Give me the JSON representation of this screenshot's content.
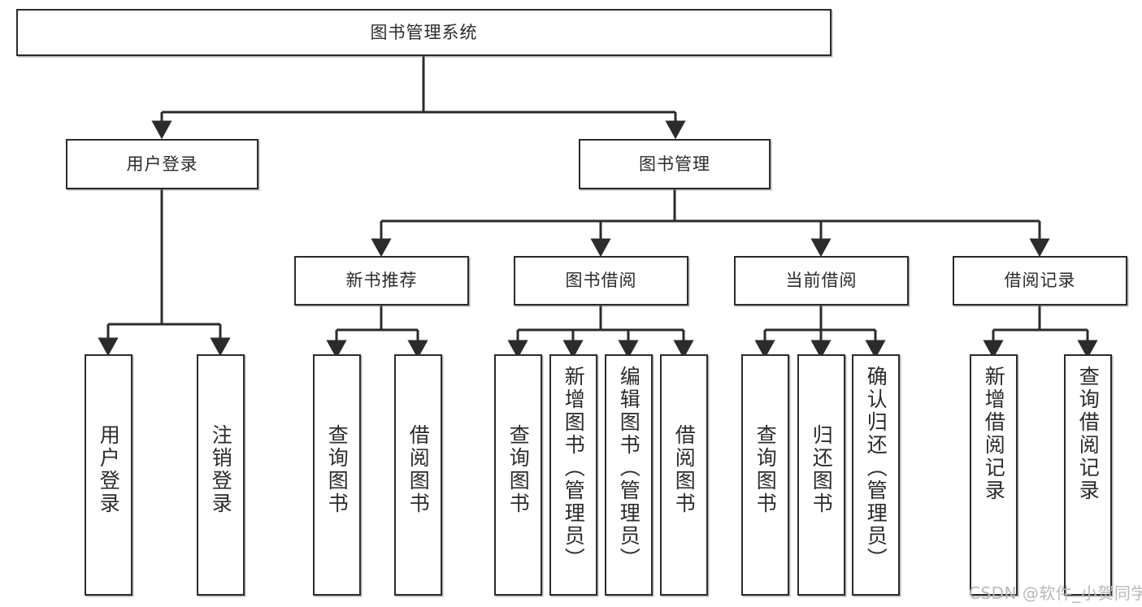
{
  "diagram": {
    "type": "tree",
    "title": "图书管理系统",
    "orientation": "top-down",
    "colors": {
      "box_border": "#2b2b2b",
      "box_fill": "#ffffff",
      "edge": "#2b2b2b",
      "text": "#2b2b2b",
      "watermark": "#b9b9b9"
    },
    "root": {
      "id": "root",
      "label": "图书管理系统"
    },
    "level2": [
      {
        "id": "user-login",
        "label": "用户登录"
      },
      {
        "id": "book-manage",
        "label": "图书管理"
      }
    ],
    "level3": [
      {
        "id": "new-book-recommend",
        "label": "新书推荐",
        "parent": "book-manage"
      },
      {
        "id": "book-borrow",
        "label": "图书借阅",
        "parent": "book-manage"
      },
      {
        "id": "current-borrow",
        "label": "当前借阅",
        "parent": "book-manage"
      },
      {
        "id": "borrow-record",
        "label": "借阅记录",
        "parent": "book-manage"
      }
    ],
    "leaves": [
      {
        "id": "leaf-user-login",
        "label": "用户登录",
        "parent": "user-login"
      },
      {
        "id": "leaf-user-logout",
        "label": "注销登录",
        "parent": "user-login"
      },
      {
        "id": "leaf-query-book-1",
        "label": "查询图书",
        "parent": "new-book-recommend"
      },
      {
        "id": "leaf-borrow-book-1",
        "label": "借阅图书",
        "parent": "new-book-recommend"
      },
      {
        "id": "leaf-query-book-2",
        "label": "查询图书",
        "parent": "book-borrow"
      },
      {
        "id": "leaf-add-book-admin",
        "label": "新增图书（管理员）",
        "parent": "book-borrow"
      },
      {
        "id": "leaf-edit-book-admin",
        "label": "编辑图书（管理员）",
        "parent": "book-borrow"
      },
      {
        "id": "leaf-borrow-book-2",
        "label": "借阅图书",
        "parent": "book-borrow"
      },
      {
        "id": "leaf-query-book-3",
        "label": "查询图书",
        "parent": "current-borrow"
      },
      {
        "id": "leaf-return-book",
        "label": "归还图书",
        "parent": "current-borrow"
      },
      {
        "id": "leaf-confirm-return-admin",
        "label": "确认归还（管理员）",
        "parent": "current-borrow"
      },
      {
        "id": "leaf-add-borrow-record",
        "label": "新增借阅记录",
        "parent": "borrow-record"
      },
      {
        "id": "leaf-query-borrow-record",
        "label": "查询借阅记录",
        "parent": "borrow-record"
      }
    ],
    "watermark": "CSDN @软件_小贺同学"
  }
}
